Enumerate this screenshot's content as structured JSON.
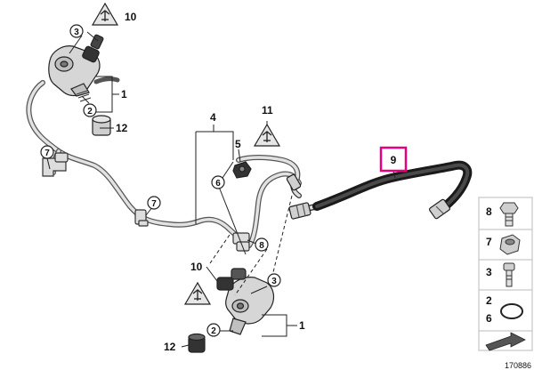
{
  "diagram_number": "170886",
  "colors": {
    "highlight": "#e6007e",
    "ink": "#1a1a1a",
    "pipe": "#c8c8c8",
    "hose": "#2a2a2a"
  },
  "callouts": {
    "top_warning_num": "10",
    "top_pump_num": "3",
    "top_pump_bracket": "1",
    "top_pump_circle": "2",
    "top_pump_seal": "12",
    "left_clip": "7",
    "mid_clip": "7",
    "group_bracket": "4",
    "nut_label": "5",
    "warning_mid_num": "11",
    "bolt_circle": "6",
    "clip_bolt_circle": "8",
    "highlight_part": "9",
    "bottom_warning_num": "10",
    "bottom_pump_num": "3",
    "bottom_pump_bracket": "1",
    "bottom_pump_circle": "2",
    "bottom_pump_seal": "12"
  },
  "side_panel": [
    {
      "num": "8",
      "icon": "hex-bolt-icon"
    },
    {
      "num": "7",
      "icon": "hex-nut-icon"
    },
    {
      "num": "3",
      "icon": "socket-bolt-icon"
    },
    {
      "num": "2",
      "num2": "6",
      "icon": "o-ring-icon"
    }
  ],
  "icons": {
    "warning": "fuel-pressure-warning-icon",
    "nav": "next-page-arrow-icon"
  }
}
